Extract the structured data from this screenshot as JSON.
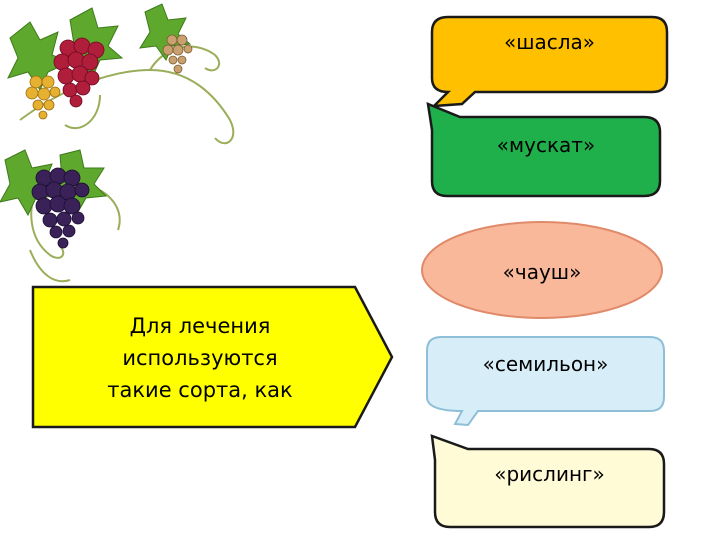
{
  "main_text": [
    "Для лечения",
    "используются",
    "такие сорта, как"
  ],
  "varieties": [
    {
      "label": "«шасла»",
      "fill": "#FFC000"
    },
    {
      "label": "«мускат»",
      "fill": "#1FB04C"
    },
    {
      "label": "«чауш»",
      "fill": "#F9B89A"
    },
    {
      "label": "«семильон»",
      "fill": "#D7EEF8"
    },
    {
      "label": "«рислинг»",
      "fill": "#FFFBD6"
    }
  ],
  "colors": {
    "main_fill": "#FFFF00",
    "outline": "#1a1a1a",
    "leaf": "#5FA82E",
    "red_grape": "#B01E3C",
    "dark_grape": "#3A2258",
    "gold_grape": "#E6B030"
  }
}
